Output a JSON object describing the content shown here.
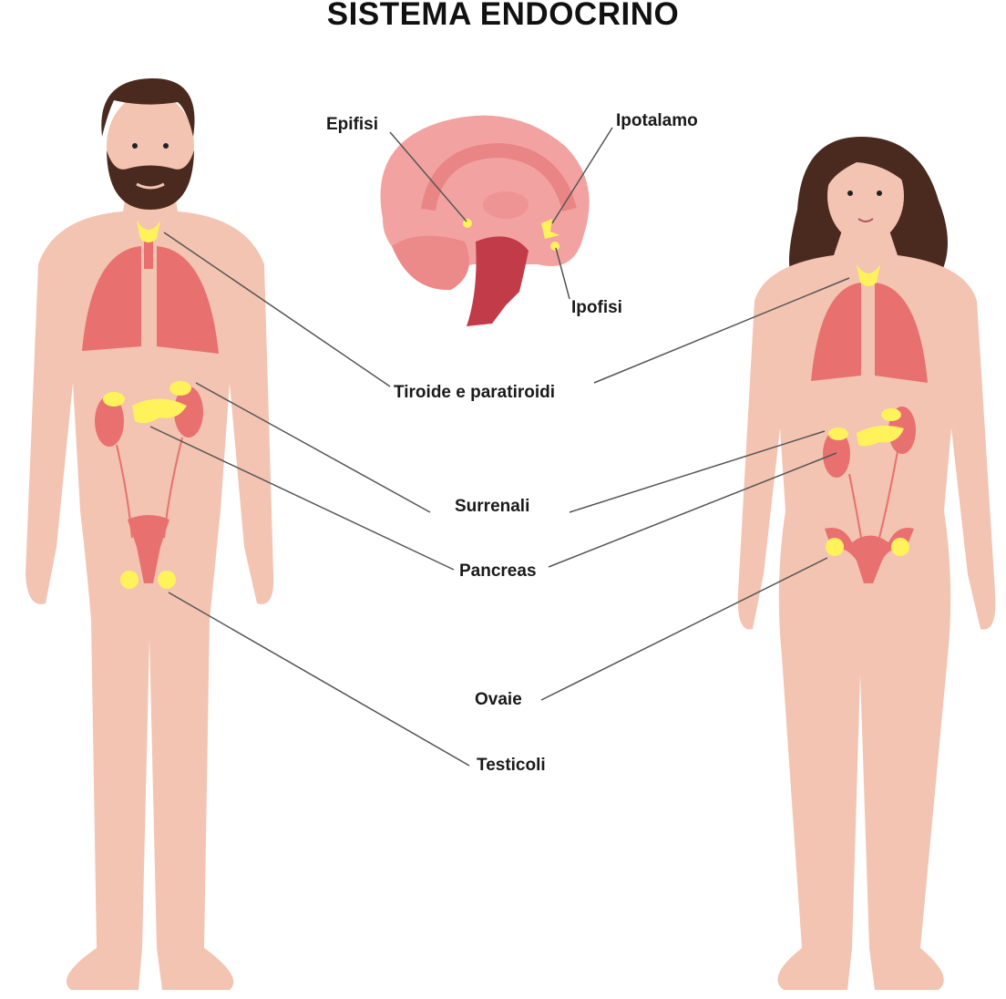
{
  "title": "SISTEMA ENDOCRINO",
  "labels": {
    "epifisi": "Epifisi",
    "ipotalamo": "Ipotalamo",
    "ipofisi": "Ipofisi",
    "tiroide": "Tiroide e paratiroidi",
    "surrenali": "Surrenali",
    "pancreas": "Pancreas",
    "ovaie": "Ovaie",
    "testicoli": "Testicoli"
  },
  "colors": {
    "skin": "#f3c4b1",
    "organ": "#e8706f",
    "gland": "#fff25a",
    "brain": "#f2a3a1",
    "brainstem": "#c23b48",
    "hair": "#4a2a1e",
    "leader": "#555555"
  }
}
